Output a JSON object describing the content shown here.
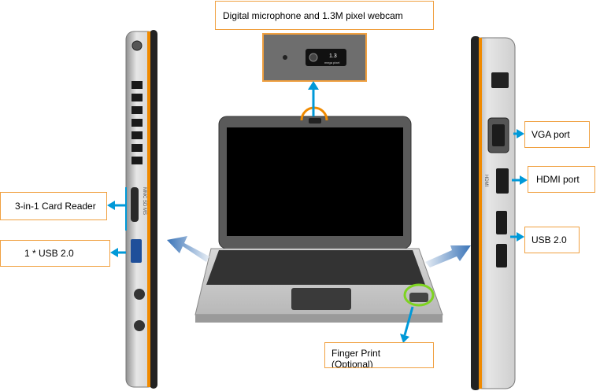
{
  "labels": {
    "webcam": "Digital microphone and 1.3M pixel webcam",
    "card_reader": "3-in-1 Card Reader",
    "usb_left": "1 * USB 2.0",
    "vga": "VGA port",
    "hdmi": "HDMI port",
    "usb_right": "USB 2.0",
    "finger_line1": "Finger Print",
    "finger_line2": "(Optional)"
  },
  "closeup": {
    "badge_top": "1.3",
    "badge_bottom": "mega pixel"
  },
  "port_text": {
    "card_slot": "MMC SD MS",
    "hdmi": "HDMI"
  },
  "colors": {
    "callout_border": "#f0a040",
    "pointer": "#0099d8",
    "highlight_ring": "#7ed321",
    "accent_orange": "#f08a00"
  }
}
